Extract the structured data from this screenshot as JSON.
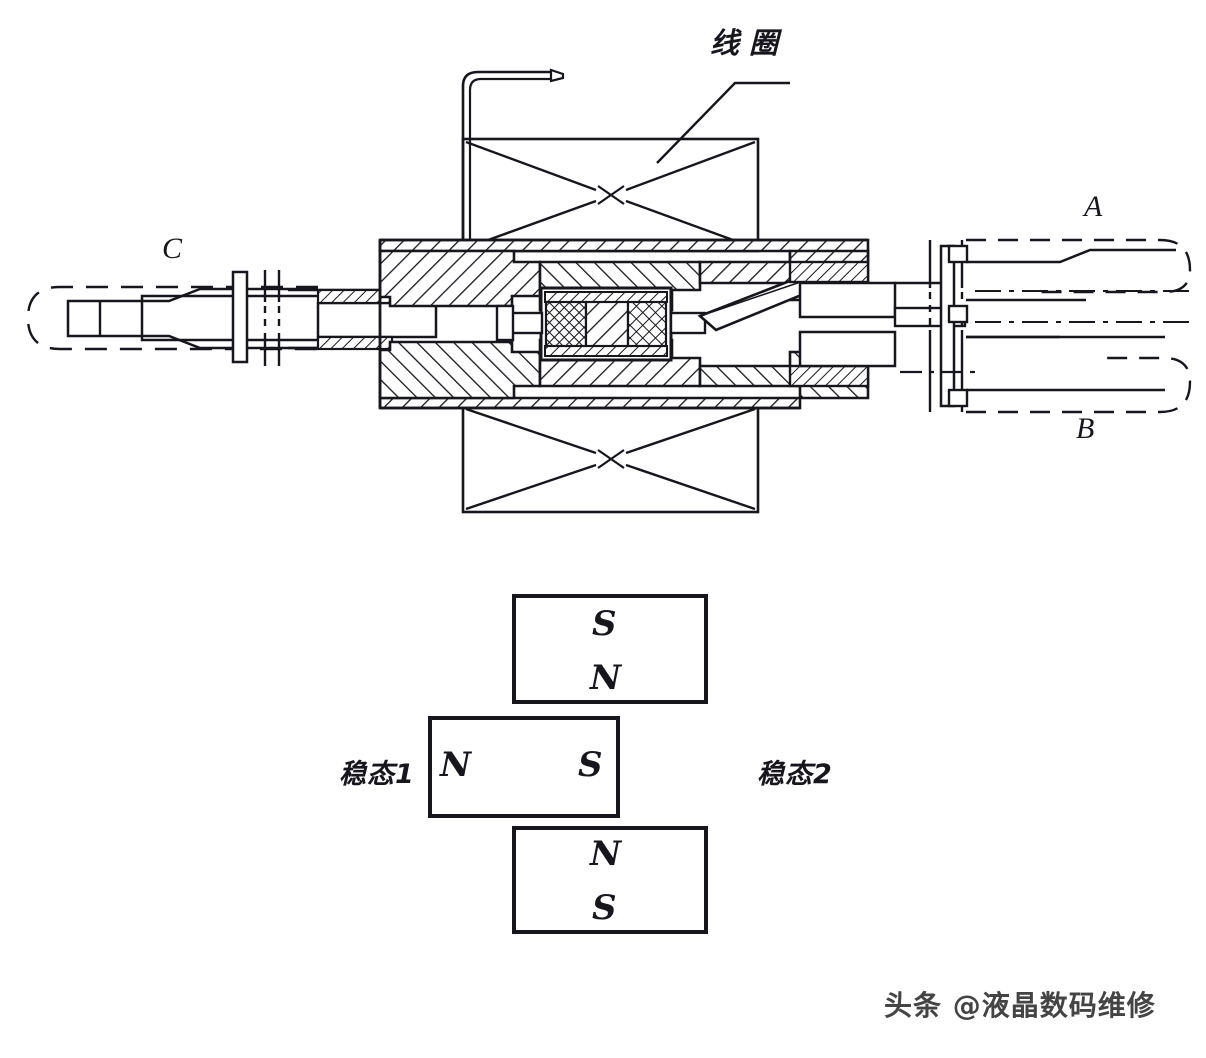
{
  "diagram": {
    "title_label": "线圈",
    "ports": [
      {
        "id": "A",
        "label": "A"
      },
      {
        "id": "B",
        "label": "B"
      },
      {
        "id": "C",
        "label": "C"
      }
    ],
    "coils": [
      {
        "id": "upper-coil",
        "symbol": "coil-cross"
      },
      {
        "id": "lower-coil",
        "symbol": "coil-cross"
      }
    ],
    "magnet_diagram": {
      "states": [
        {
          "id": "state-1",
          "label": "稳态1"
        },
        {
          "id": "state-2",
          "label": "稳态2"
        }
      ],
      "magnets": [
        {
          "id": "top-magnet",
          "top_pole": "S",
          "bottom_pole": "N"
        },
        {
          "id": "middle-magnet",
          "left_pole": "N",
          "right_pole": "S"
        },
        {
          "id": "bottom-magnet",
          "top_pole": "N",
          "bottom_pole": "S"
        }
      ]
    }
  },
  "watermark": {
    "text": "头条 @液晶数码维修"
  },
  "colors": {
    "line": "#16161c",
    "background": "#ffffff",
    "hatch": "#1a1a20"
  }
}
